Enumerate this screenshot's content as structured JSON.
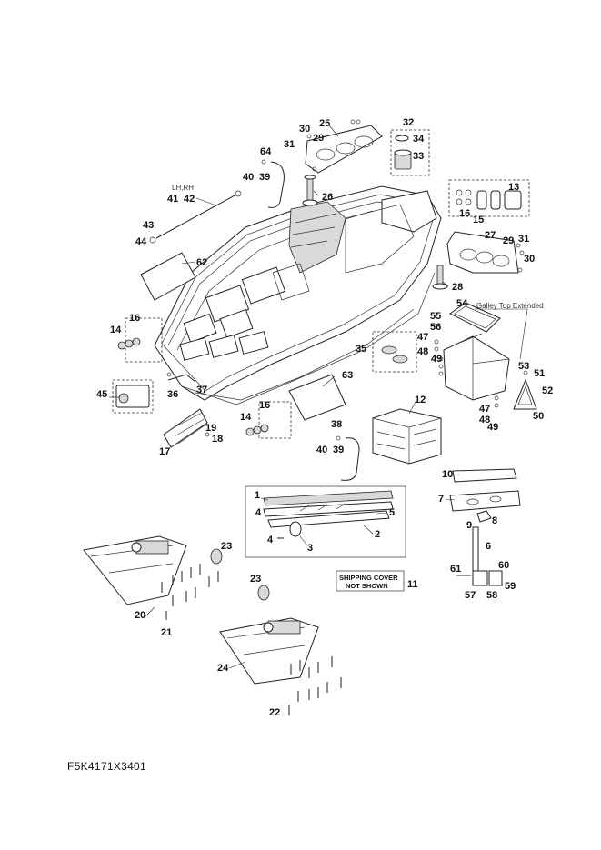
{
  "diagram_code": "F5K4171X3401",
  "notes": {
    "lh_rh": "LH,RH",
    "galley_top": "Galley Top Extended",
    "shipping_cover_line1": "SHIPPING COVER",
    "shipping_cover_line2": "NOT SHOWN"
  },
  "callouts": {
    "c1": "1",
    "c2": "2",
    "c3": "3",
    "c4a": "4",
    "c4b": "4",
    "c5": "5",
    "c6": "6",
    "c7": "7",
    "c8": "8",
    "c9": "9",
    "c10": "10",
    "c11": "11",
    "c12": "12",
    "c13": "13",
    "c14a": "14",
    "c14b": "14",
    "c15": "15",
    "c16a": "16",
    "c16b": "16",
    "c16c": "16",
    "c17": "17",
    "c18": "18",
    "c19": "19",
    "c20": "20",
    "c21": "21",
    "c22": "22",
    "c23a": "23",
    "c23b": "23",
    "c24": "24",
    "c25": "25",
    "c26": "26",
    "c27": "27",
    "c28": "28",
    "c29a": "29",
    "c29b": "29",
    "c30a": "30",
    "c30b": "30",
    "c31a": "31",
    "c31b": "31",
    "c32": "32",
    "c33": "33",
    "c34": "34",
    "c35": "35",
    "c36": "36",
    "c37": "37",
    "c38": "38",
    "c39a": "39",
    "c39b": "39",
    "c40a": "40",
    "c40b": "40",
    "c41": "41",
    "c42": "42",
    "c43": "43",
    "c44": "44",
    "c45": "45",
    "c47a": "47",
    "c47b": "47",
    "c48a": "48",
    "c48b": "48",
    "c49a": "49",
    "c49b": "49",
    "c50": "50",
    "c51": "51",
    "c52": "52",
    "c53": "53",
    "c54": "54",
    "c55": "55",
    "c56": "56",
    "c57": "57",
    "c58": "58",
    "c59": "59",
    "c60": "60",
    "c61": "61",
    "c62": "62",
    "c63": "63",
    "c64": "64"
  }
}
